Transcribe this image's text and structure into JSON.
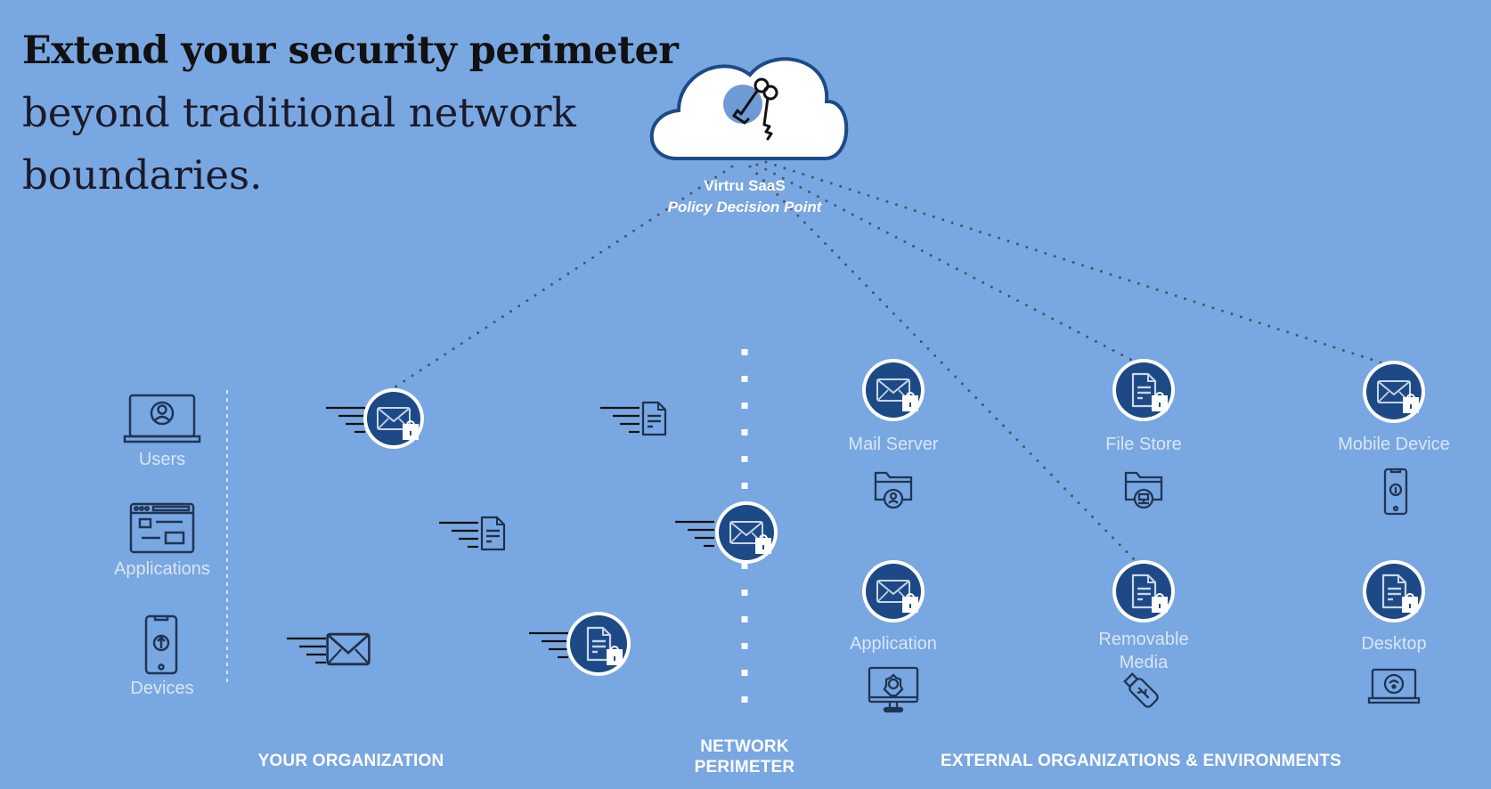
{
  "headline": {
    "bold": "Extend your security perimeter",
    "rest_line1": "beyond traditional network",
    "rest_line2": "boundaries."
  },
  "cloud": {
    "icon": "keys-icon",
    "title": "Virtru SaaS",
    "subtitle": "Policy Decision Point"
  },
  "your_org": {
    "section_label": "YOUR ORGANIZATION",
    "sources": [
      {
        "label": "Users",
        "icon": "laptop-user-icon"
      },
      {
        "label": "Applications",
        "icon": "browser-window-icon"
      },
      {
        "label": "Devices",
        "icon": "smartphone-icon"
      }
    ],
    "moving_items": [
      {
        "icon": "encrypted-email-icon",
        "protected": true
      },
      {
        "icon": "document-icon",
        "protected": false
      },
      {
        "icon": "document-icon",
        "protected": false
      },
      {
        "icon": "encrypted-email-icon",
        "protected": true
      },
      {
        "icon": "email-icon",
        "protected": false
      },
      {
        "icon": "encrypted-document-icon",
        "protected": true
      }
    ]
  },
  "network_perimeter": {
    "label_line1": "NETWORK",
    "label_line2": "PERIMETER"
  },
  "external": {
    "section_label": "EXTERNAL ORGANIZATIONS & ENVIRONMENTS",
    "destinations": [
      {
        "label": "Mail Server",
        "badge_icon": "encrypted-email-icon",
        "icon": "mail-folder-icon"
      },
      {
        "label": "File Store",
        "badge_icon": "encrypted-document-icon",
        "icon": "network-folder-icon"
      },
      {
        "label": "Mobile Device",
        "badge_icon": "encrypted-email-icon",
        "icon": "smartphone-icon"
      },
      {
        "label": "Application",
        "badge_icon": "encrypted-email-icon",
        "icon": "monitor-gear-icon"
      },
      {
        "label": "Removable Media",
        "label_line1": "Removable",
        "label_line2": "Media",
        "badge_icon": "encrypted-document-icon",
        "icon": "usb-drive-icon"
      },
      {
        "label": "Desktop",
        "badge_icon": "encrypted-document-icon",
        "icon": "laptop-wifi-icon"
      }
    ]
  },
  "colors": {
    "background": "#79a7e1",
    "badge_fill": "#1d4a87",
    "icon_stroke": "#1f2f4a",
    "label_text": "#d9e6f6",
    "dotted_line": "#4a5563"
  }
}
